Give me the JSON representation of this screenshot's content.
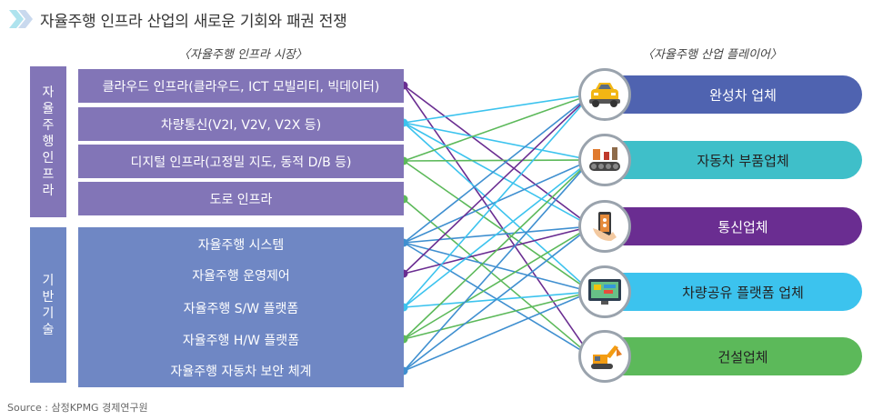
{
  "header": {
    "title": "자율주행 인프라 산업의 새로운 기회와 패권 전쟁",
    "icon": "double-chevron-icon"
  },
  "left_column": {
    "title": "〈자율주행 인프라 시장〉",
    "groups": [
      {
        "label": "자율주행인프라",
        "color": "#8275b7"
      },
      {
        "label": "기반기술",
        "color": "#6f87c4"
      }
    ],
    "items": [
      "클라우드 인프라(클라우드, ICT 모빌리티, 빅데이터)",
      "차량통신(V2I, V2V, V2X 등)",
      "디지털 인프라(고정밀 지도, 동적 D/B 등)",
      "도로 인프라",
      "자율주행 시스템",
      "자율주행 운영제어",
      "자율주행 S/W 플랫폼",
      "자율주행 H/W 플랫폼",
      "자율주행 자동차 보안 체계"
    ]
  },
  "right_column": {
    "title": "〈자율주행 산업 플레이어〉",
    "players": [
      {
        "label": "완성차 업체",
        "color": "#4f63b0",
        "icon": "car-icon"
      },
      {
        "label": "자동차 부품업체",
        "color": "#3fbfc9",
        "icon": "auto-parts-icon"
      },
      {
        "label": "통신업체",
        "color": "#6a2d91",
        "icon": "smartphone-hand-icon"
      },
      {
        "label": "차량공유 플랫폼 업체",
        "color": "#3cc3ee",
        "icon": "platform-screen-icon"
      },
      {
        "label": "건설업체",
        "color": "#5cb95a",
        "icon": "excavator-icon"
      }
    ]
  },
  "connections": [
    {
      "from": 0,
      "to": 2,
      "color": "#6a2d91"
    },
    {
      "from": 0,
      "to": 4,
      "color": "#6a2d91"
    },
    {
      "from": 1,
      "to": 0,
      "color": "#3cc3ee"
    },
    {
      "from": 1,
      "to": 1,
      "color": "#3cc3ee"
    },
    {
      "from": 1,
      "to": 2,
      "color": "#3cc3ee"
    },
    {
      "from": 1,
      "to": 3,
      "color": "#3cc3ee"
    },
    {
      "from": 2,
      "to": 0,
      "color": "#5cb95a"
    },
    {
      "from": 2,
      "to": 1,
      "color": "#5cb95a"
    },
    {
      "from": 2,
      "to": 3,
      "color": "#5cb95a"
    },
    {
      "from": 3,
      "to": 4,
      "color": "#5cb95a"
    },
    {
      "from": 4,
      "to": 0,
      "color": "#3f8fd0"
    },
    {
      "from": 4,
      "to": 1,
      "color": "#3f8fd0"
    },
    {
      "from": 4,
      "to": 2,
      "color": "#3f8fd0"
    },
    {
      "from": 4,
      "to": 3,
      "color": "#3f8fd0"
    },
    {
      "from": 4,
      "to": 4,
      "color": "#3f8fd0"
    },
    {
      "from": 5,
      "to": 0,
      "color": "#6a2d91"
    },
    {
      "from": 5,
      "to": 2,
      "color": "#6a2d91"
    },
    {
      "from": 6,
      "to": 0,
      "color": "#3cc3ee"
    },
    {
      "from": 6,
      "to": 1,
      "color": "#3cc3ee"
    },
    {
      "from": 6,
      "to": 3,
      "color": "#3cc3ee"
    },
    {
      "from": 7,
      "to": 1,
      "color": "#5cb95a"
    },
    {
      "from": 7,
      "to": 2,
      "color": "#5cb95a"
    },
    {
      "from": 7,
      "to": 3,
      "color": "#5cb95a"
    },
    {
      "from": 8,
      "to": 1,
      "color": "#3f8fd0"
    },
    {
      "from": 8,
      "to": 2,
      "color": "#3f8fd0"
    },
    {
      "from": 8,
      "to": 3,
      "color": "#3f8fd0"
    }
  ],
  "dot_colors": [
    "#6a2d91",
    "#3cc3ee",
    "#5cb95a",
    "#5cb95a",
    "#3f8fd0",
    "#6a2d91",
    "#3cc3ee",
    "#5cb95a",
    "#3f8fd0"
  ],
  "source": "Source : 삼정KPMG 경제연구원"
}
